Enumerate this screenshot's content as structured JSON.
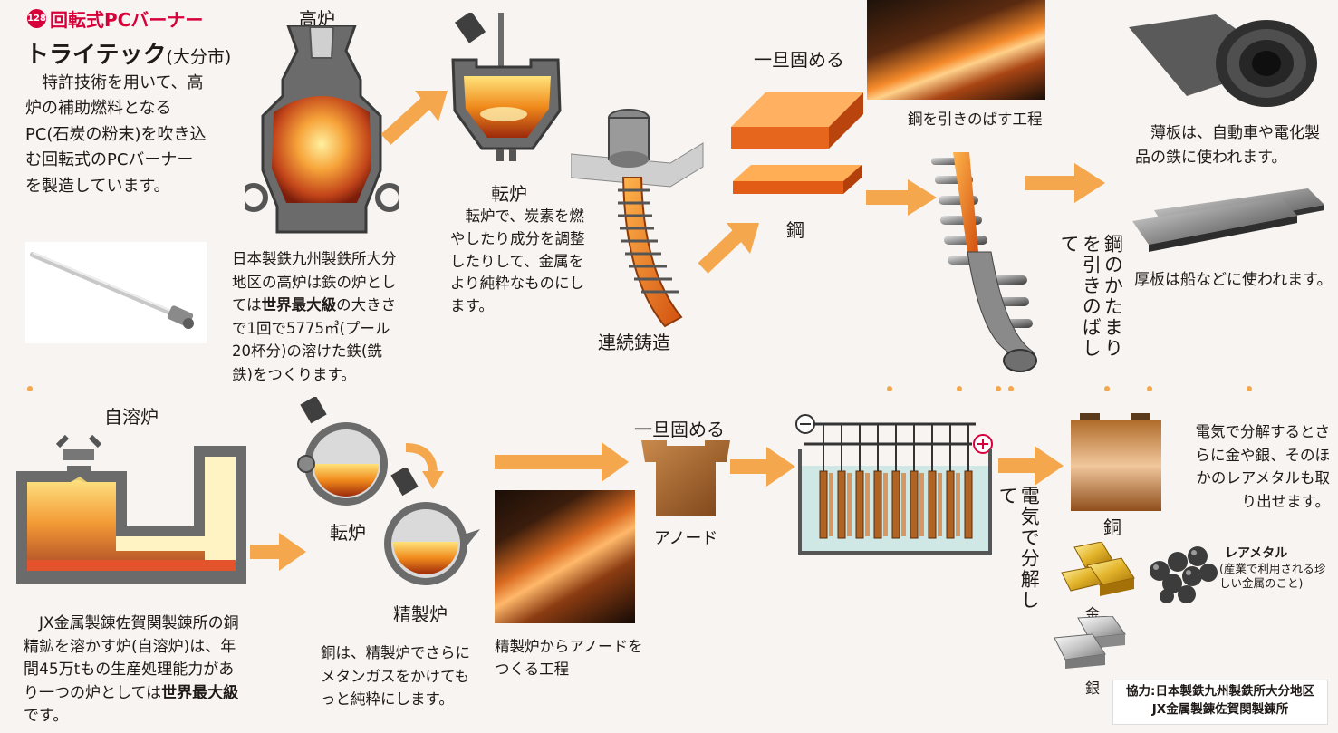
{
  "colors": {
    "accent_red": "#d7003a",
    "arrow": "#f4a74c",
    "text": "#1f1a17",
    "background": "#f7f4f1"
  },
  "sidebar": {
    "badge": "128",
    "title": "回転式PCバーナー",
    "company": "トライテック",
    "company_place": "(大分市)",
    "description": "　特許技術を用いて、高炉の補助燃料となるPC(石炭の粉末)を吹き込む回転式のPCバーナーを製造しています。"
  },
  "top": {
    "blast_furnace": {
      "label": "高炉",
      "desc_a": "日本製鉄九州製鉄所大分地区の高炉は鉄の炉としては",
      "desc_b": "世界最大級",
      "desc_c": "の大きさで1回で5775㎥(プール20杯分)の溶けた鉄(銑鉄)をつくります。"
    },
    "converter": {
      "label": "転炉",
      "desc": "　転炉で、炭素を燃やしたり成分を調整したりして、金属をより純粋なものにします。"
    },
    "continuous_casting": {
      "label": "連続鋳造"
    },
    "solidify": {
      "label": "一旦固める"
    },
    "steel": {
      "label": "鋼"
    },
    "photo_caption": "鋼を引きのばす工程",
    "rolling_vertical": "鋼のかたまりを引きのばして",
    "thin_sheet": "　薄板は、自動車や電化製品の鉄に使われます。",
    "thick_plate": "厚板は船などに使われます。"
  },
  "bottom": {
    "flash_furnace": {
      "label": "自溶炉",
      "desc_a": "　JX金属製錬佐賀関製錬所の銅精鉱を溶かす炉(自溶炉)は、年間45万tもの生産処理能力があり一つの炉としては",
      "desc_b": "世界最大級",
      "desc_c": "です。"
    },
    "converter": {
      "label": "転炉"
    },
    "refining_furnace": {
      "label": "精製炉",
      "desc": "銅は、精製炉でさらにメタンガスをかけてもっと純粋にします。"
    },
    "photo_caption": "精製炉からアノードをつくる工程",
    "solidify": "一旦固める",
    "anode": "アノード",
    "electrolysis_vertical": "電気で分解して",
    "copper": "銅",
    "copper_desc": "電気で分解するとさらに金や銀、そのほかのレアメタルも取り出せます。",
    "gold": "金",
    "silver": "銀",
    "rare_metal": "レアメタル",
    "rare_metal_note": "(産業で利用される珍しい金属のこと)",
    "credit_line1": "協力:日本製鉄九州製鉄所大分地区",
    "credit_line2": "JX金属製錬佐賀関製錬所"
  }
}
